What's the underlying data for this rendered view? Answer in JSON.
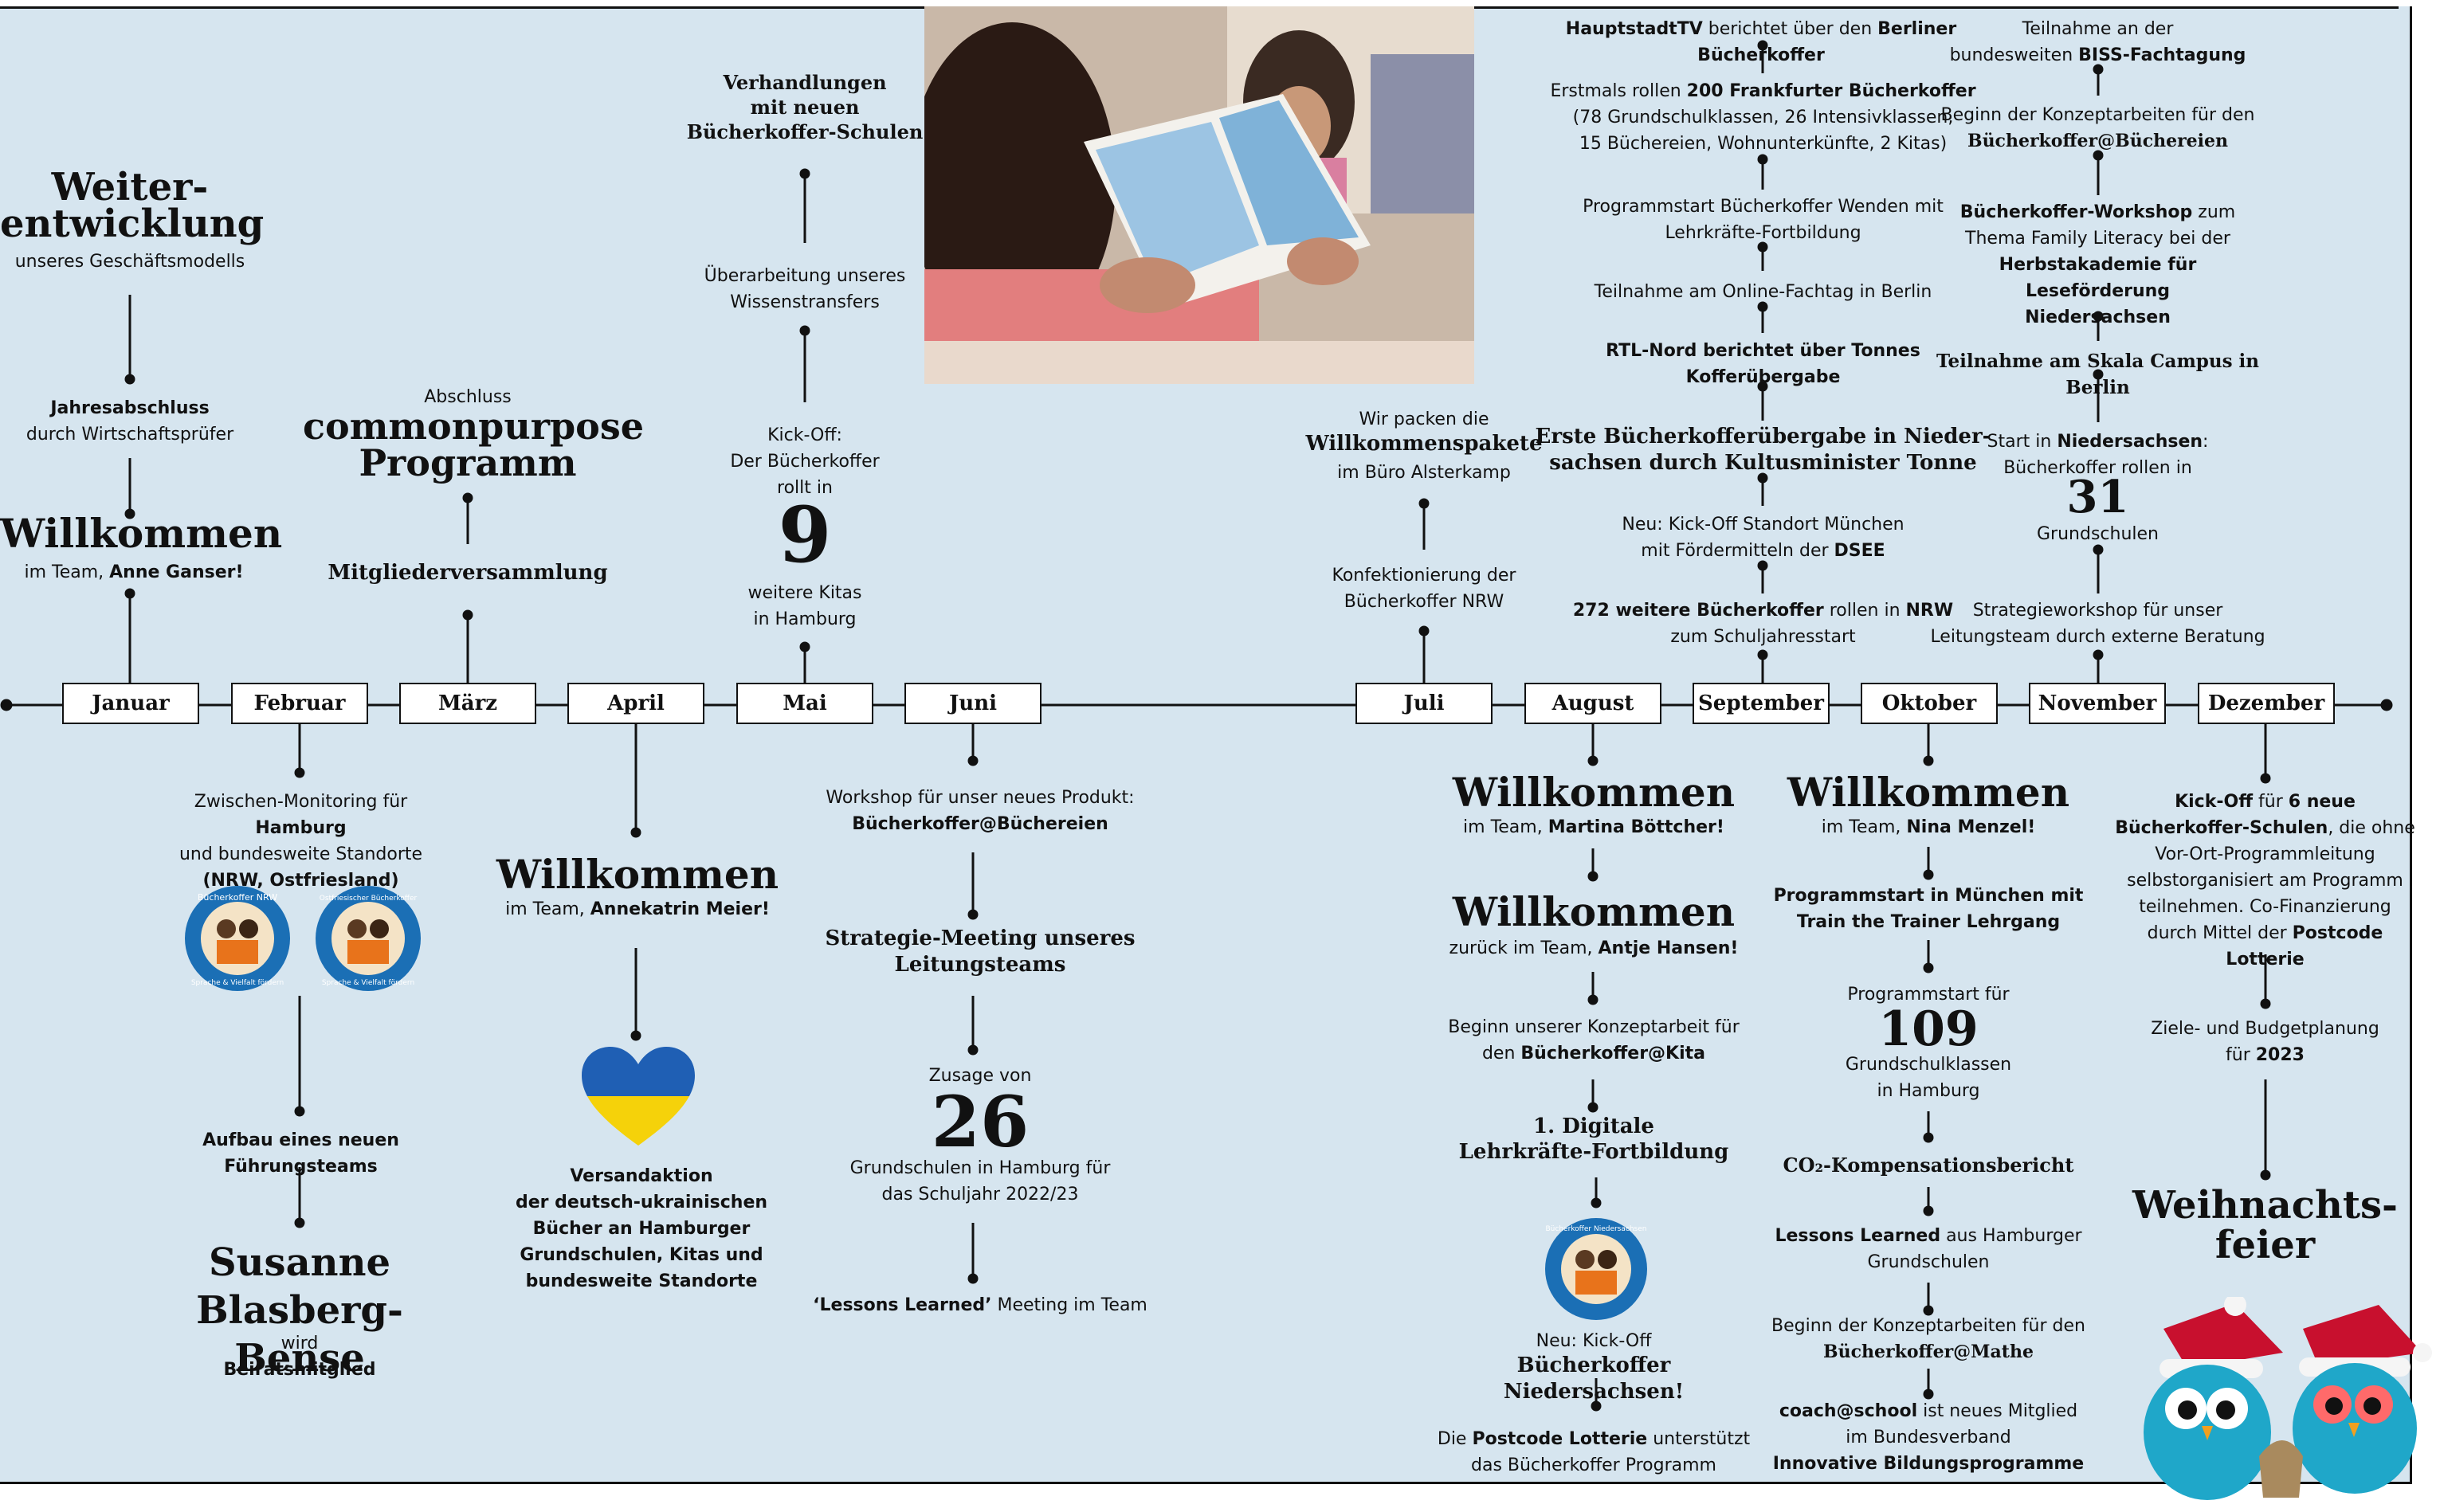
{
  "months": [
    "Januar",
    "Februar",
    "März",
    "April",
    "Mai",
    "Juni",
    "Juli",
    "August",
    "September",
    "Oktober",
    "November",
    "Dezember"
  ],
  "januar": {
    "weiter_title": "Weiter-\nentwicklung",
    "weiter_sub": "unseres Geschäftsmodells",
    "jahres_bold": "Jahresabschluss",
    "jahres_rest": "durch Wirtschaftsprüfer",
    "willkommen": "Willkommen",
    "team_pre": "im Team, ",
    "team_name": "Anne Ganser!"
  },
  "februar": {
    "monitoring_1": "Zwischen-Monitoring für ",
    "monitoring_bold": "Hamburg",
    "monitoring_2": "und bundesweite Standorte",
    "monitoring_3": "(NRW, Ostfriesland)",
    "logo1_text": "Bücherkoffer NRW",
    "logo2_text": "Ostfriesischer Bücherkoffer",
    "logo_ring": "Sprache & Vielfalt fördern",
    "fuehrung": "Aufbau eines neuen Führungsteams",
    "susanne": "Susanne\nBlasberg-Bense",
    "wird": "wird",
    "beirat": "Beiratsmitglied"
  },
  "maerz": {
    "abschluss": "Abschluss",
    "commonpurpose": "commonpurpose\nProgramm",
    "mitglieder": "Mitgliederversammlung"
  },
  "april": {
    "willkommen": "Willkommen",
    "team_pre": "im Team, ",
    "team_name": "Annekatrin Meier!",
    "versand": "Versandaktion\nder deutsch-ukrainischen\nBücher an Hamburger\nGrundschulen, Kitas und\nbundesweite Standorte"
  },
  "mai": {
    "verhandlungen": "Verhandlungen\nmit neuen\nBücherkoffer-Schulen",
    "ueberarbeitung": "Überarbeitung unseres\nWissenstransfers",
    "kickoff": "Kick-Off:\nDer Bücherkoffer\nrollt in",
    "number": "9",
    "kitas": "weitere Kitas\nin Hamburg"
  },
  "juni": {
    "workshop_1": "Workshop für unser neues Produkt:",
    "workshop_2": "Bücherkoffer@Büchereien",
    "strategie": "Strategie-Meeting unseres\nLeitungsteams",
    "zusage": "Zusage von",
    "number": "26",
    "grundschulen": "Grundschulen in Hamburg für\ndas Schuljahr 2022/23",
    "lessons_bold": "‘Lessons Learned’",
    "lessons_rest": " Meeting im Team"
  },
  "juli": {
    "packen": "Wir packen die",
    "willkommenspakete": "Willkommenspakete",
    "buero": "im Büro Alsterkamp",
    "konfektion": "Konfektionierung der\nBücherkoffer NRW"
  },
  "august": {
    "willkommen1": "Willkommen",
    "team1_pre": "im Team, ",
    "team1_name": "Martina Böttcher!",
    "willkommen2": "Willkommen",
    "team2_pre": "zurück im Team, ",
    "team2_name": "Antje Hansen!",
    "konzept_1": "Beginn unserer Konzeptarbeit für",
    "konzept_2": "den ",
    "konzept_bold": "Bücherkoffer@Kita",
    "digitale": "1. Digitale\nLehrkräfte-Fortbildung",
    "logo_text": "Bücherkoffer Niedersachsen",
    "neu": "Neu: Kick-Off",
    "nieders": "Bücherkoffer Niedersachsen!",
    "postcode_1": "Die ",
    "postcode_bold": "Postcode Lotterie",
    "postcode_2": " unterstützt",
    "postcode_3": "das Bücherkoffer Programm"
  },
  "september": {
    "hauptstadt_bold": "HauptstadtTV",
    "hauptstadt_rest": " berichtet über den ",
    "hauptstadt_bold2": "Berliner Bücherkoffer",
    "erstmals_pre": "Erstmals rollen ",
    "erstmals_bold": "200 Frankfurter Bücherkoffer",
    "erstmals_2": "(78 Grundschulklassen, 26 Intensivklassen,",
    "erstmals_3": "15 Büchereien, Wohnunterkünfte, 2 Kitas)",
    "programmstart": "Programmstart Bücherkoffer Wenden mit\nLehrkräfte-Fortbildung",
    "online": "Teilnahme am Online-Fachtag in Berlin",
    "rtl": "RTL-Nord berichtet über Tonnes\nKofferübergabe",
    "erste": "Erste Bücherkofferübergabe in Nieder-\nsachsen durch Kultusminister Tonne",
    "muenchen_1": "Neu: Kick-Off Standort München",
    "muenchen_2": "mit Fördermitteln der ",
    "muenchen_bold": "DSEE",
    "nrw_bold": "272 weitere Bücherkoffer",
    "nrw_rest": " rollen in ",
    "nrw_bold2": "NRW",
    "nrw_2": "zum Schuljahresstart"
  },
  "oktober": {
    "willkommen": "Willkommen",
    "team_pre": "im Team, ",
    "team_name": "Nina Menzel!",
    "muenchen": "Programmstart in München mit\nTrain the Trainer Lehrgang",
    "programmstart": "Programmstart für",
    "number": "109",
    "klassen": "Grundschulklassen\nin Hamburg",
    "co2": "CO₂-Kompensationsbericht",
    "lessons_bold": "Lessons Learned",
    "lessons_rest": " aus Hamburger",
    "lessons_2": "Grundschulen",
    "mathe_1": "Beginn der Konzeptarbeiten für den",
    "mathe_bold": "Bücherkoffer@Mathe",
    "coach_bold": "coach@school",
    "coach_rest": " ist neues Mitglied",
    "coach_2": "im Bundesverband",
    "coach_bold2": "Innovative Bildungsprogramme"
  },
  "november": {
    "biss_1": "Teilnahme an der",
    "biss_2": "bundesweiten ",
    "biss_bold": "BISS-Fachtagung",
    "buechereien_1": "Beginn der Konzeptarbeiten für den",
    "buechereien_bold": "Bücherkoffer@Büchereien",
    "workshop_bold": "Bücherkoffer-Workshop",
    "workshop_rest": " zum",
    "workshop_2": "Thema Family Literacy bei der",
    "workshop_bold2": "Herbstakademie für Leseförderung\nNiedersachsen",
    "skala": "Teilnahme am Skala Campus in Berlin",
    "start_1": "Start in ",
    "start_bold": "Niedersachsen",
    "start_2": "Bücherkoffer rollen in",
    "number": "31",
    "grundschulen": "Grundschulen",
    "strategie": "Strategieworkshop für unser\nLeitungsteam durch externe Beratung"
  },
  "dezember": {
    "kickoff_bold": "Kick-Off",
    "kickoff_rest": " für ",
    "kickoff_bold2": "6 neue",
    "kickoff_bold3": "Bücherkoffer-Schulen",
    "kickoff_2": ", die ohne",
    "kickoff_3": "Vor-Ort-Programmleitung\nselbstorganisiert am Programm\nteilnehmen. Co-Finanzierung\ndurch Mittel der ",
    "kickoff_bold4": "Postcode Lotterie",
    "ziele_1": "Ziele- und Budgetplanung",
    "ziele_2": "für ",
    "ziele_bold": "2023",
    "weihnachts": "Weihnachts-\nfeier"
  },
  "colors": {
    "background": "#d6e5ef",
    "line": "#111111",
    "ukraine_blue": "#1f5fb4",
    "ukraine_yellow": "#f5d20a",
    "logo_blue": "#1b6fb5",
    "logo_orange": "#e8731b"
  },
  "icons": [
    "heart-ukraine-icon",
    "owl-mascots-icon",
    "reading-child-photo"
  ]
}
